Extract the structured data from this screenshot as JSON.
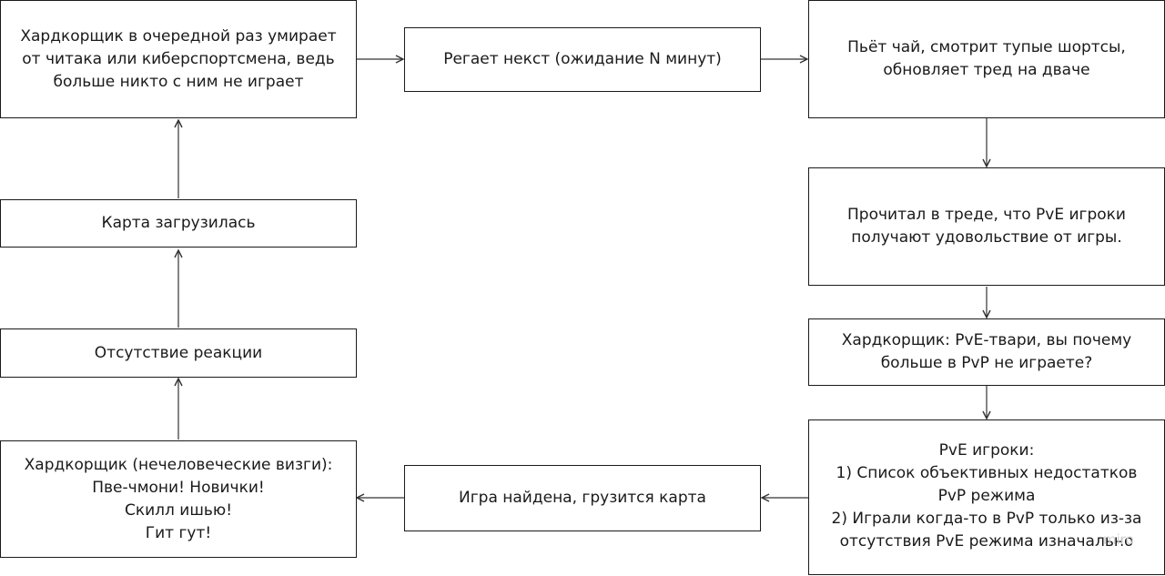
{
  "nodes": {
    "dies": "Хардкорщик в очередной раз умирает\nот читака или киберспортсмена, ведь\nбольше никто с ним не играет",
    "requeue": "Регает некст (ожидание N минут)",
    "tea": "Пьёт чай, смотрит тупые шортсы,\nобновляет тред на дваче",
    "read_thread": "Прочитал в треде, что PvE игроки\nполучают удовольствие от игры.",
    "asks": "Хардкорщик: PvE-твари, вы почему\nбольше в PvP не играете?",
    "pve_reply": "PvE игроки:\n1) Список объективных недостатков\nPvP режима\n2) Играли когда-то в PvP только из-за\nотсутствия PvE режима изначально",
    "game_found": "Игра найдена, грузится карта",
    "screams": "Хардкорщик (нечеловеческие визги):\nПве-чмони! Новички!\nСкилл ишью!\nГит гут!",
    "no_reaction": "Отсутствие реакции",
    "map_loaded": "Карта загрузилась"
  },
  "watermark": "miro"
}
